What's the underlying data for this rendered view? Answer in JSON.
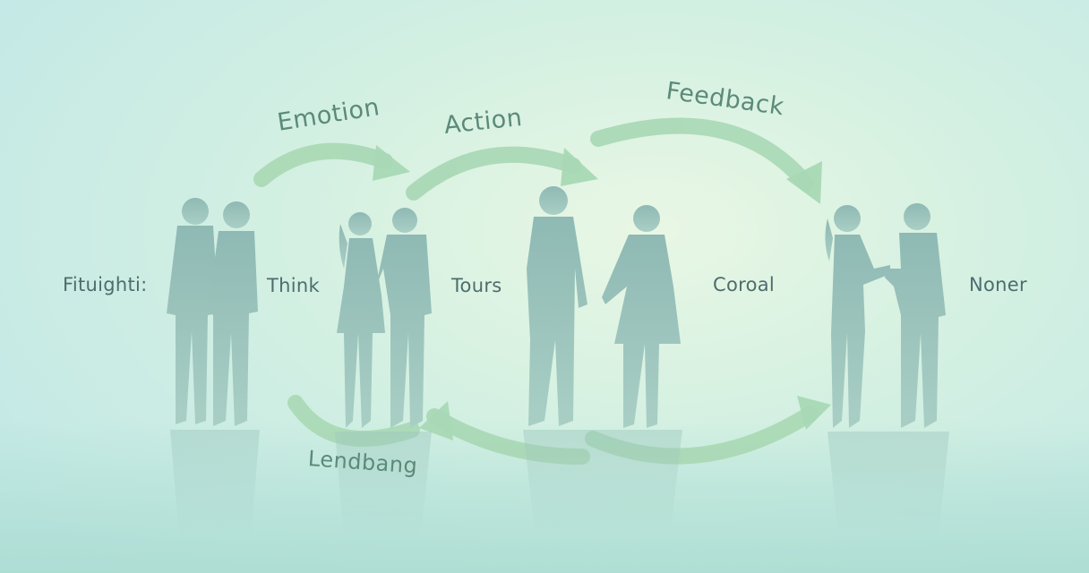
{
  "arrow_labels": {
    "emotion": "Emotion",
    "action": "Action",
    "feedback": "Feedback",
    "lendbang": "Lendbang"
  },
  "stage_labels": {
    "fituighti": "Fituighti:",
    "think": "Think",
    "tours": "Tours",
    "coroal": "Coroal",
    "noner": "Noner"
  },
  "colors": {
    "arrow": "#a8d8b4",
    "figure": "#86b3ad",
    "text": "#4d6d6d",
    "arrow_text": "#5b8a79"
  }
}
